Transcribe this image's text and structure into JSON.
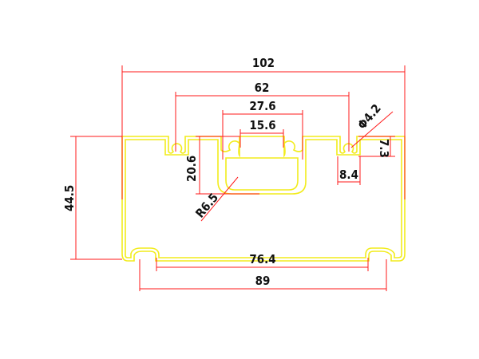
{
  "drawing": {
    "dimensions": {
      "overall_width": "102",
      "slot_spacing": "62",
      "channel_outer_width": "27.6",
      "channel_opening": "15.6",
      "hole_diameter": "Φ4.2",
      "slot_depth": "7.3",
      "slot_offset": "8.4",
      "channel_depth": "20.6",
      "channel_radius": "R6.5",
      "overall_height": "44.5",
      "feet_inner_spacing": "76.4",
      "feet_outer_spacing": "89"
    },
    "colors": {
      "profile": "#f2ec1c",
      "dimension": "#ff1a1a",
      "text": "#111111"
    }
  }
}
